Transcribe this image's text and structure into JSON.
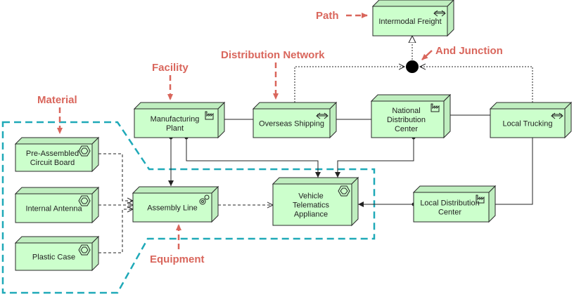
{
  "colors": {
    "node_fill": "#ccffcc",
    "node_side": "#bfeebf",
    "node_stroke": "#2a2a2a",
    "callout": "#d9665c",
    "boundary": "#1fa9b8",
    "line": "#222222"
  },
  "nodes": {
    "intermodal_freight": {
      "lines": [
        "Intermodal Freight"
      ],
      "icon": "path-icon"
    },
    "manufacturing_plant": {
      "lines": [
        "Manufacturing",
        "Plant"
      ],
      "icon": "facility-icon"
    },
    "overseas_shipping": {
      "lines": [
        "Overseas Shipping"
      ],
      "icon": "path-icon"
    },
    "national_distribution_center": {
      "lines": [
        "National",
        "Distribution",
        "Center"
      ],
      "icon": "facility-icon"
    },
    "local_trucking": {
      "lines": [
        "Local Trucking"
      ],
      "icon": "path-icon"
    },
    "pre_assembled_circuit_board": {
      "lines": [
        "Pre-Assembled",
        "Circuit Board"
      ],
      "icon": "material-icon"
    },
    "internal_antenna": {
      "lines": [
        "Internal Antenna"
      ],
      "icon": "material-icon"
    },
    "plastic_case": {
      "lines": [
        "Plastic Case"
      ],
      "icon": "material-icon"
    },
    "assembly_line": {
      "lines": [
        "Assembly Line"
      ],
      "icon": "equipment-icon"
    },
    "vehicle_telematics_appliance": {
      "lines": [
        "Vehicle",
        "Telematics",
        "Appliance"
      ],
      "icon": "material-icon"
    },
    "local_distribution_center": {
      "lines": [
        "Local Distribution",
        "Center"
      ],
      "icon": "facility-icon"
    }
  },
  "callouts": {
    "path": "Path",
    "and_junction": "And Junction",
    "distribution_network": "Distribution Network",
    "facility": "Facility",
    "material": "Material",
    "equipment": "Equipment"
  }
}
